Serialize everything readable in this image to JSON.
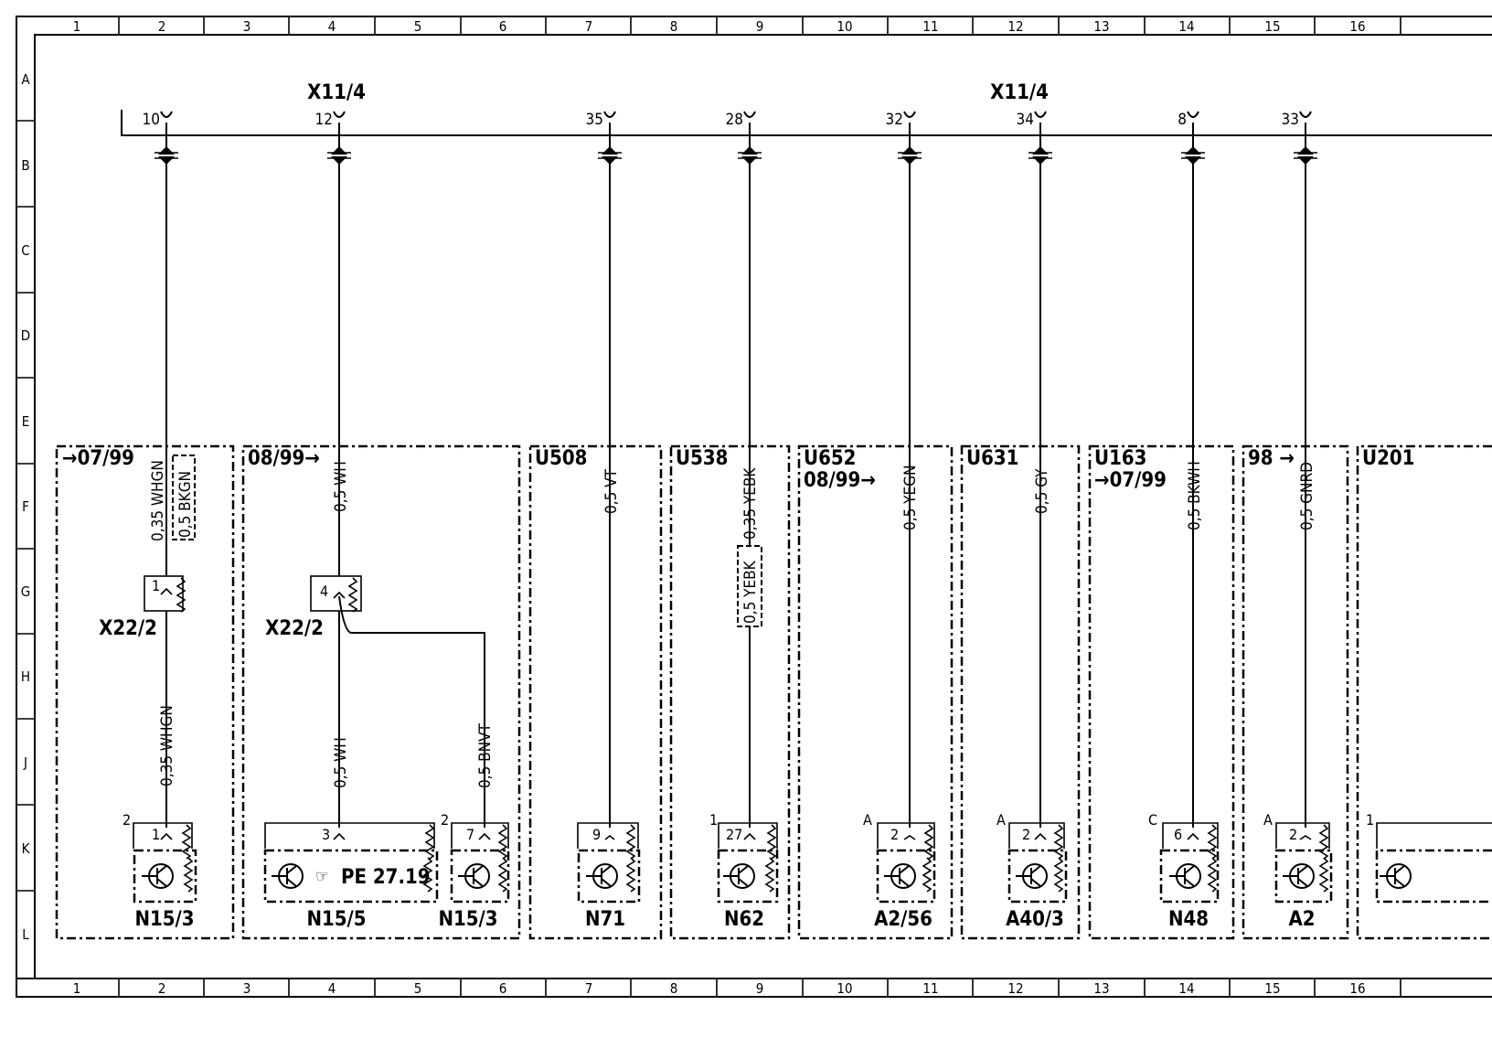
{
  "columns": [
    "1",
    "2",
    "3",
    "4",
    "5",
    "6",
    "7",
    "8",
    "9",
    "10",
    "11",
    "12",
    "13",
    "14",
    "15",
    "16"
  ],
  "rows": [
    "A",
    "B",
    "C",
    "D",
    "E",
    "F",
    "G",
    "H",
    "J",
    "K",
    "L"
  ],
  "connector_left": "X11/4",
  "connector_right": "X11/4",
  "pins": [
    "10",
    "12",
    "35",
    "28",
    "32",
    "34",
    "8",
    "33"
  ],
  "boxes": {
    "b1": {
      "header": "→07/99"
    },
    "b2": {
      "header": "08/99→"
    },
    "b3": {
      "header": "U508"
    },
    "b4": {
      "header": "U538"
    },
    "b5": {
      "header": "U652",
      "header2": "08/99→"
    },
    "b6": {
      "header": "U631"
    },
    "b7": {
      "header": "U163",
      "header2": "→07/99"
    },
    "b8": {
      "header": "98 →"
    },
    "b9": {
      "header": "U201"
    }
  },
  "wires": {
    "w1_top": "0,35 WHGN",
    "w1_alt": "0,5 BKGN",
    "w1_bot": "0,35 WHGN",
    "w2_top": "0,5 WH",
    "w2_bot": "0,5 WH",
    "w2_branch": "0,5 BNVT",
    "w3": "0,5 VT",
    "w4_top": "0,35 YEBK",
    "w4_alt": "0,5 YEBK",
    "w5": "0,5 YEGN",
    "w6": "0,5 GY",
    "w7": "0,5 BKWH",
    "w8": "0,5 GNRD"
  },
  "connectors": {
    "x22_left": {
      "label": "X22/2",
      "pin": "1"
    },
    "x22_right": {
      "label": "X22/2",
      "pin": "4"
    }
  },
  "components": {
    "c1": {
      "label": "N15/3",
      "pin": "1",
      "outer": "2"
    },
    "c2": {
      "label": "N15/5",
      "pin": "3",
      "ref": "PE  27.19"
    },
    "c3": {
      "label": "N15/3",
      "pin": "7",
      "outer": "2"
    },
    "c4": {
      "label": "N71",
      "pin": "9"
    },
    "c5": {
      "label": "N62",
      "pin": "27",
      "outer": "1"
    },
    "c6": {
      "label": "A2/56",
      "pin": "2",
      "outer": "A"
    },
    "c7": {
      "label": "A40/3",
      "pin": "2",
      "outer": "A"
    },
    "c8": {
      "label": "N48",
      "pin": "6",
      "outer": "C"
    },
    "c9": {
      "label": "A2",
      "pin": "2",
      "outer": "A"
    },
    "c10": {
      "outer": "1"
    }
  }
}
